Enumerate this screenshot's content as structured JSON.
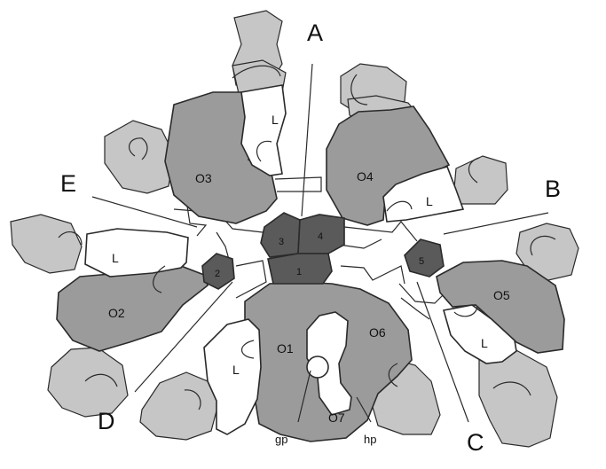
{
  "colors": {
    "plate_dark": "#9b9b9b",
    "plate_light": "#c6c6c6",
    "central_plate": "#5a5a5a",
    "outline": "#2a2a2a",
    "background": "#ffffff"
  },
  "ray_labels": {
    "A": "A",
    "B": "B",
    "C": "C",
    "D": "D",
    "E": "E"
  },
  "central_plates": {
    "p1": "1",
    "p2": "2",
    "p3": "3",
    "p4": "4",
    "p5": "5"
  },
  "oral_plates": {
    "o1": "O1",
    "o2": "O2",
    "o3": "O3",
    "o4": "O4",
    "o5": "O5",
    "o6": "O6",
    "o7": "O7"
  },
  "lateral_label": "L",
  "pore_labels": {
    "gp": "gp",
    "hp": "hp"
  }
}
